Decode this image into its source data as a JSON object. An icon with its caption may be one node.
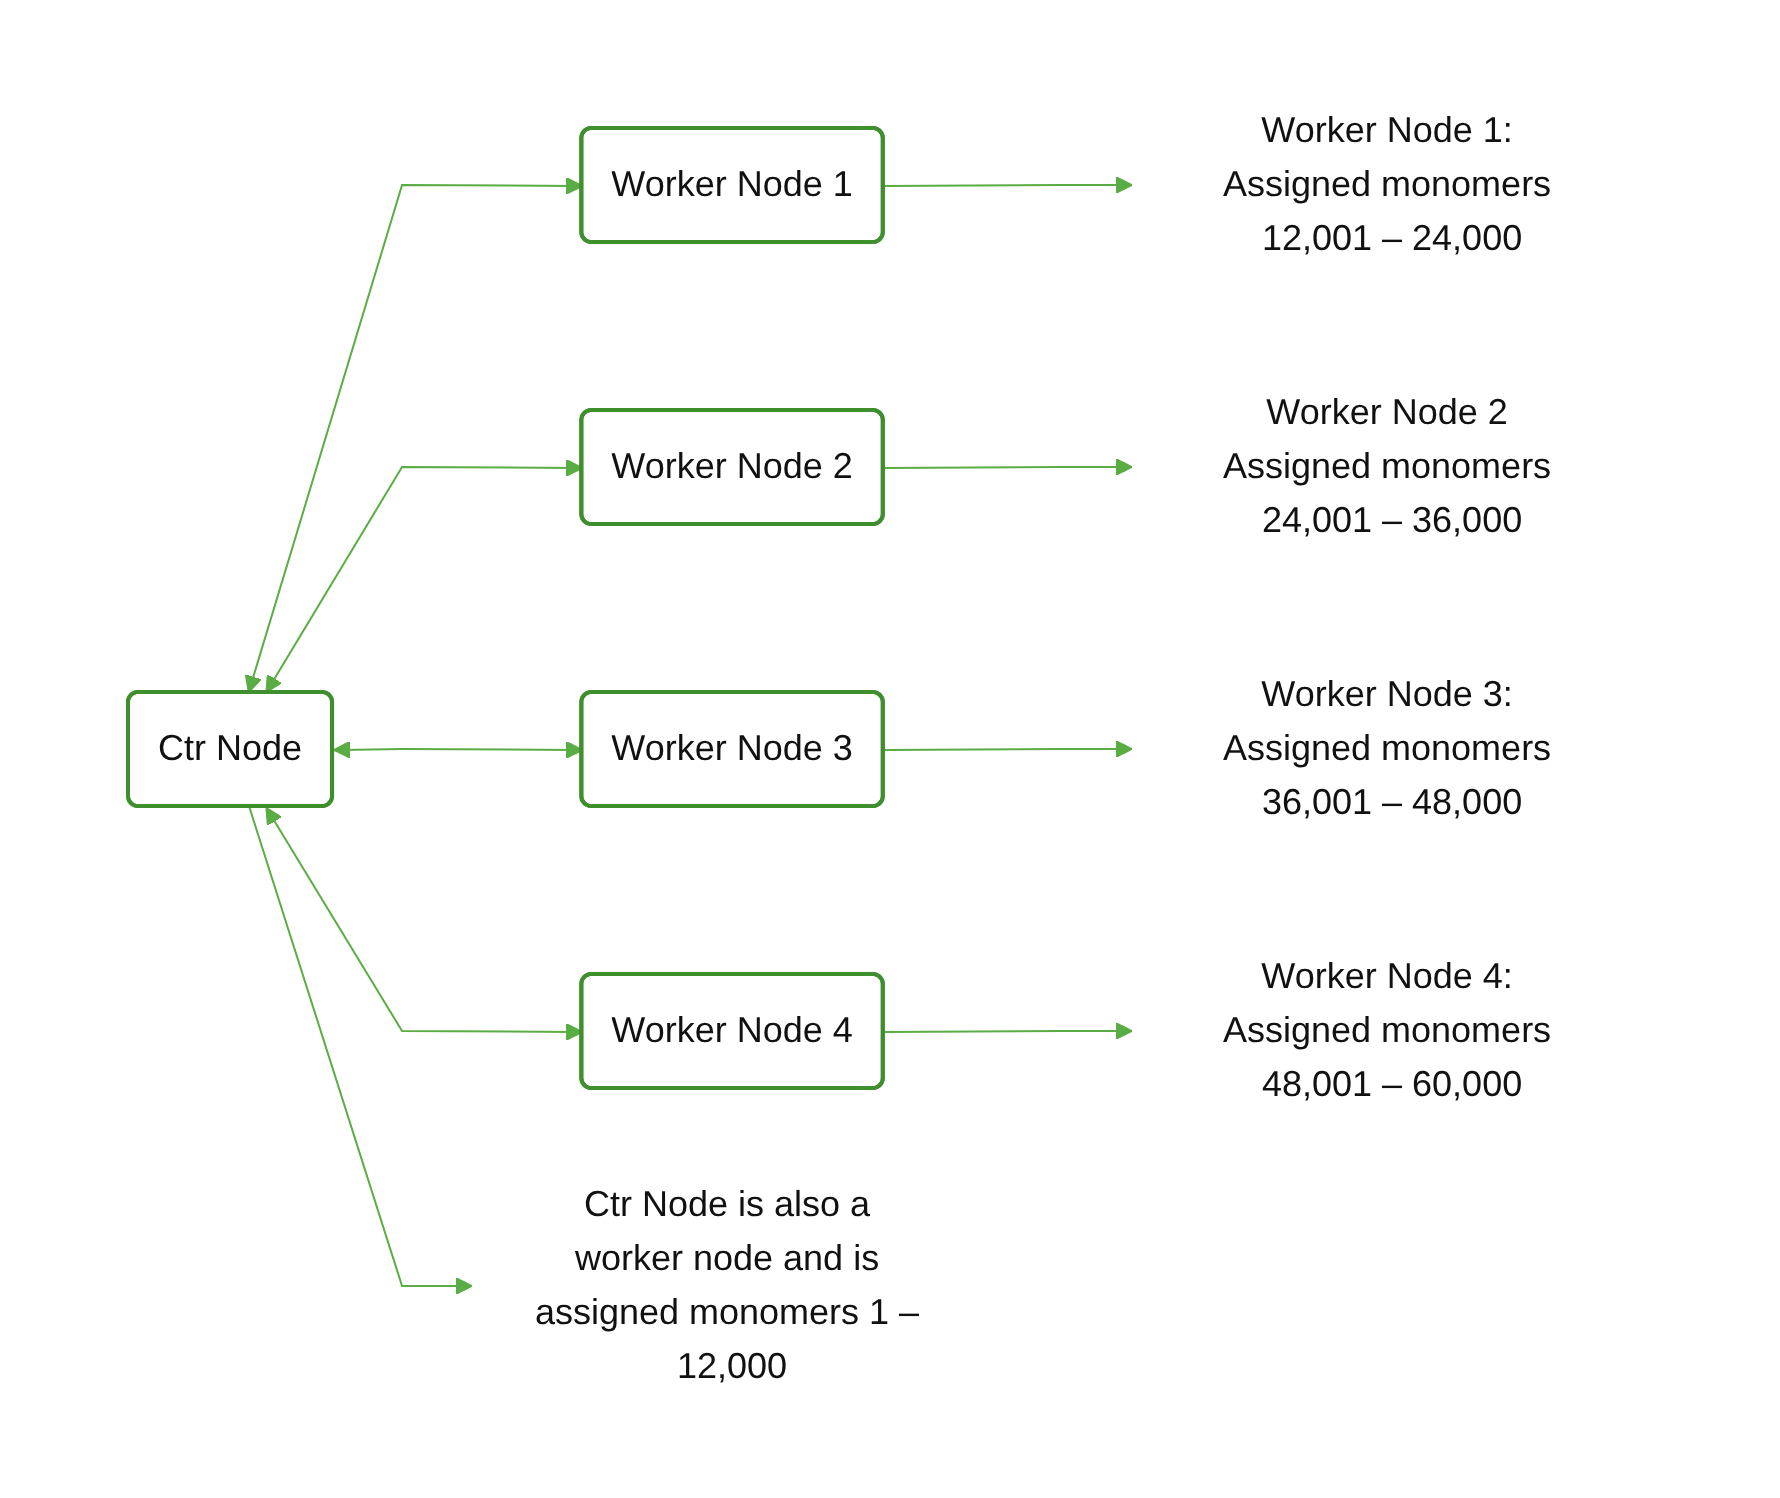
{
  "diagram": {
    "nodes": [
      {
        "text": [
          "Ctr Node"
        ]
      },
      {
        "text": [
          "Worker Node 1"
        ]
      },
      {
        "text": [
          "Worker Node 2"
        ]
      },
      {
        "text": [
          "Worker Node 3"
        ]
      },
      {
        "text": [
          "Worker Node 4"
        ]
      },
      {
        "text": [
          "Worker Node 1: Assigned monomers 12,001 – 24,000"
        ]
      },
      {
        "text": [
          "Worker Node 2 Assigned monomers 24,001 – 36,000"
        ]
      },
      {
        "text": [
          "Worker Node 3: Assigned monomers 36,001 – 48,000"
        ]
      },
      {
        "text": [
          "Worker Node 4: Assigned monomers 48,001 – 60,000"
        ]
      },
      {
        "text": [
          "Ctr Node is also a worker node and is assigned monomers 1 – 12,000"
        ]
      }
    ],
    "edges": [
      {
        "from": 0,
        "to": 1,
        "arrow": "both"
      },
      {
        "from": 0,
        "to": 2,
        "arrow": "both"
      },
      {
        "from": 0,
        "to": 3,
        "arrow": "both"
      },
      {
        "from": 0,
        "to": 4,
        "arrow": "both"
      },
      {
        "from": 1,
        "to": 5,
        "arrow": "to"
      },
      {
        "from": 2,
        "to": 6,
        "arrow": "to"
      },
      {
        "from": 3,
        "to": 7,
        "arrow": "to"
      },
      {
        "from": 4,
        "to": 8,
        "arrow": "to"
      },
      {
        "from": 0,
        "to": 9,
        "arrow": "to"
      }
    ]
  }
}
